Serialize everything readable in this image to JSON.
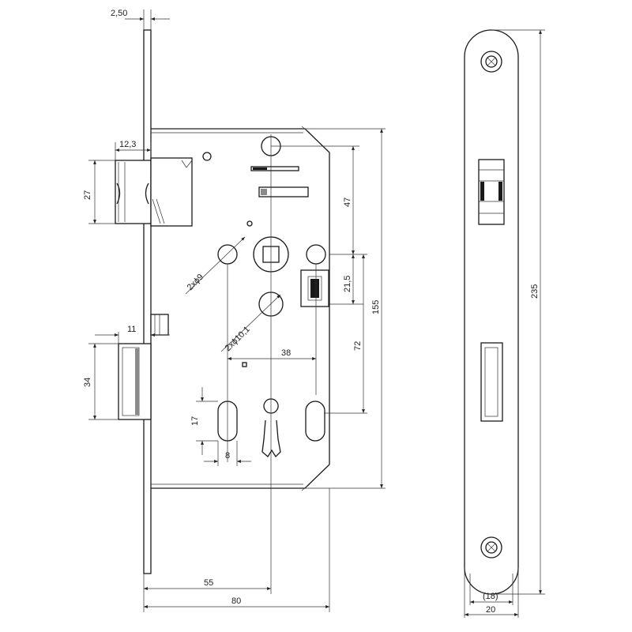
{
  "dimensions": {
    "faceplate_thickness": "2,50",
    "latch_projection": "12,3",
    "latch_height": "27",
    "top_to_follower": "47",
    "follower_to_lever_hole": "21,5",
    "follower_to_key": "72",
    "case_height": "155",
    "lever_holes": "2xϕ9",
    "rosette_holes": "2xϕ10,1",
    "hole_spacing": "38",
    "bolt_projection": "11",
    "bolt_height": "34",
    "slot_height": "17",
    "slot_width": "8",
    "backset": "55",
    "case_depth": "80",
    "faceplate_length": "235",
    "faceplate_width": "20",
    "faceplate_width_alt": "(18)"
  }
}
